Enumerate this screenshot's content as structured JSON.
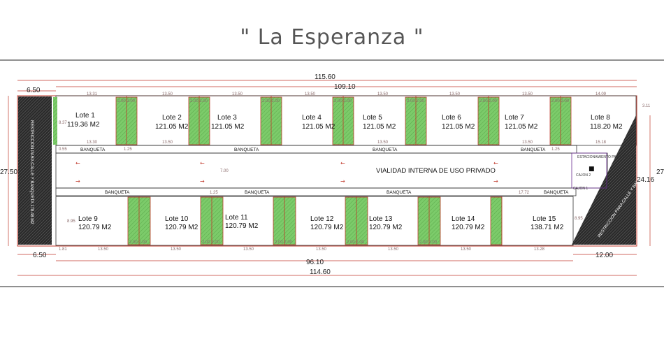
{
  "title": "\" La Esperanza \"",
  "lots": [
    {
      "label": "Lote 1",
      "area": "119.36 M2"
    },
    {
      "label": "Lote 2",
      "area": "121.05 M2"
    },
    {
      "label": "Lote 3",
      "area": "121.05 M2"
    },
    {
      "label": "Lote 4",
      "area": "121.05 M2"
    },
    {
      "label": "Lote 5",
      "area": "121.05 M2"
    },
    {
      "label": "Lote 6",
      "area": "121.05 M2"
    },
    {
      "label": "Lote 7",
      "area": "121.05 M2"
    },
    {
      "label": "Lote 8",
      "area": "118.20 M2"
    },
    {
      "label": "Lote 9",
      "area": "120.79 M2"
    },
    {
      "label": "Lote 10",
      "area": "120.79 M2"
    },
    {
      "label": "Lote 11",
      "area": "120.79 M2"
    },
    {
      "label": "Lote 12",
      "area": "120.79 M2"
    },
    {
      "label": "Lote 13",
      "area": "120.79 M2"
    },
    {
      "label": "Lote 14",
      "area": "120.79 M2"
    },
    {
      "label": "Lote 15",
      "area": "138.71 M2"
    }
  ],
  "road": {
    "label": "VIALIDAD INTERNA DE USO PRIVADO",
    "sidewalk": "BANQUETA",
    "width": "7.00"
  },
  "dimensions": {
    "top_total": "115.60",
    "top_inner": "109.10",
    "left_offset": "6.50",
    "left_height": "27.50",
    "right_height": "24.16",
    "right_height_cut": "27",
    "bottom_left": "6.50",
    "bottom_inner": "96.10",
    "bottom_right": "12.00",
    "bottom_total": "114.60",
    "top_small": "3.11",
    "lot_width": "13.50",
    "lot1_top": "13.31",
    "lot1_bottom": "13.30",
    "lot8_top": "14.09",
    "lot8_bottom": "15.18",
    "lot15_bottom": "13.28",
    "lot_depth": "8.37",
    "bottom_depth": "8.95",
    "banq_small": "1.25",
    "corner_small": "1.81",
    "right_banq": "17.72",
    "left_banq": "0.55",
    "green_dims": "2.00 2.00"
  },
  "restrictions": {
    "left": "RESTRICCION PARA CALLE Y BANQUETA 178.48 M2",
    "right": "RESTRICCION PARA CALLE Y BANQUETA"
  },
  "parking": {
    "label": "ESTACIONAMIENTO PARA VISITAS",
    "spot1": "CAJON 1",
    "spot2": "CAJON 2"
  }
}
